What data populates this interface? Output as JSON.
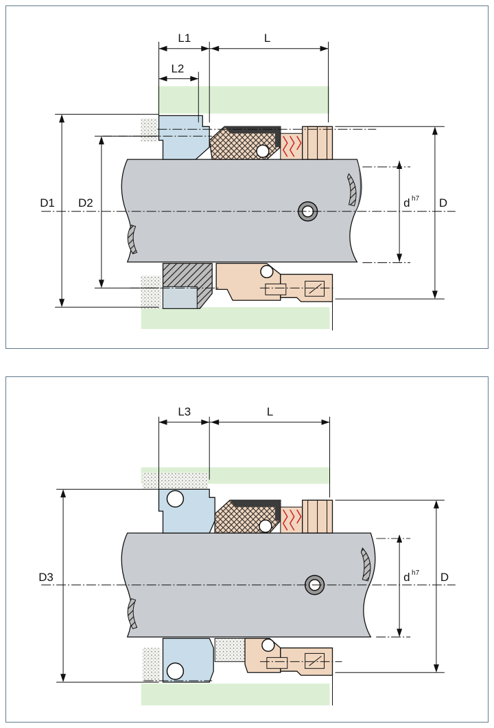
{
  "diagrams": [
    {
      "labels": {
        "l1": "L1",
        "l": "L",
        "l2": "L2",
        "d1": "D1",
        "d2": "D2",
        "d": "d",
        "d_sup": "h7",
        "D": "D"
      }
    },
    {
      "labels": {
        "l3": "L3",
        "l": "L",
        "d3": "D3",
        "d": "d",
        "d_sup": "h7",
        "D": "D"
      }
    }
  ],
  "colors": {
    "shaft": "#c9cdd2",
    "seat_blue": "#c8dde9",
    "seal_tan": "#f1d6bf",
    "rubber_dark": "#3c3c3c",
    "housing_green": "#dcefd4",
    "frame": "#5f7a8c"
  }
}
